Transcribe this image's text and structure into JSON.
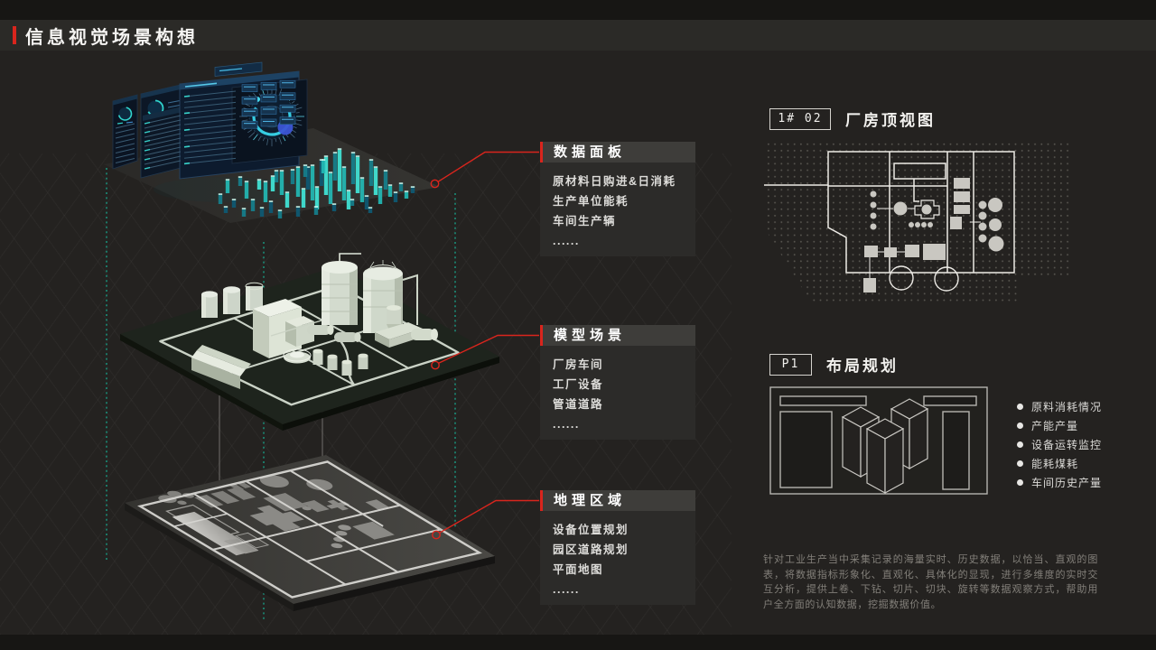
{
  "header": {
    "title": "信息视觉场景构想"
  },
  "callouts": [
    {
      "title": "数据面板",
      "items": [
        "原材料日购进&日消耗",
        "生产单位能耗",
        "车间生产辆",
        "......"
      ]
    },
    {
      "title": "模型场景",
      "items": [
        "厂房车间",
        "工厂设备",
        "管道道路",
        "......"
      ]
    },
    {
      "title": "地理区域",
      "items": [
        "设备位置规划",
        "园区道路规划",
        "平面地图",
        "......"
      ]
    }
  ],
  "right_column": {
    "topview": {
      "tag": "1# 02",
      "title": "厂房顶视图"
    },
    "layout": {
      "tag": "P1",
      "title": "布局规划"
    },
    "metrics": [
      "原料消耗情况",
      "产能产量",
      "设备运转监控",
      "能耗煤耗",
      "车间历史产量"
    ],
    "description": "针对工业生产当中采集记录的海量实时、历史数据，以恰当、直观的图表，将数据指标形象化、直观化、具体化的显现，进行多维度的实时交互分析，提供上卷、下钻、切片、切块、旋转等数据观察方式，帮助用户全方面的认知数据，挖掘数据价值。"
  },
  "colors": {
    "background": "#242220",
    "title_strip": "#2b2a27",
    "accent_red": "#d9251d",
    "teal_guide": "#18a78d",
    "panel_header_bg": "#3e3d3a",
    "panel_body_bg": "#2c2b29",
    "screen_blue": "#0d1b2e",
    "bar_cyan": "#41eadb"
  },
  "decor": {
    "bar_colors": [
      "#41eadb",
      "#22bdb8",
      "#15828f",
      "#0d5b76"
    ],
    "bars": [
      [
        244,
        226,
        10,
        2
      ],
      [
        252,
        214,
        14,
        1
      ],
      [
        259,
        230,
        8,
        3
      ],
      [
        266,
        206,
        9,
        2
      ],
      [
        273,
        220,
        18,
        1
      ],
      [
        280,
        234,
        12,
        2
      ],
      [
        287,
        210,
        10,
        0
      ],
      [
        294,
        224,
        22,
        1
      ],
      [
        300,
        236,
        12,
        3
      ],
      [
        306,
        202,
        12,
        2
      ],
      [
        312,
        216,
        26,
        1
      ],
      [
        318,
        230,
        16,
        0
      ],
      [
        324,
        204,
        15,
        2
      ],
      [
        330,
        218,
        32,
        1
      ],
      [
        336,
        230,
        20,
        0
      ],
      [
        341,
        210,
        24,
        3
      ],
      [
        346,
        222,
        38,
        1
      ],
      [
        351,
        232,
        24,
        0
      ],
      [
        356,
        206,
        28,
        3
      ],
      [
        361,
        216,
        42,
        0
      ],
      [
        366,
        226,
        34,
        1
      ],
      [
        371,
        200,
        30,
        2
      ],
      [
        376,
        212,
        46,
        0
      ],
      [
        381,
        222,
        36,
        1
      ],
      [
        386,
        232,
        20,
        0
      ],
      [
        391,
        204,
        34,
        2
      ],
      [
        396,
        214,
        40,
        0
      ],
      [
        401,
        224,
        26,
        1
      ],
      [
        406,
        232,
        14,
        3
      ],
      [
        411,
        206,
        28,
        2
      ],
      [
        416,
        216,
        30,
        0
      ],
      [
        421,
        226,
        18,
        1
      ],
      [
        427,
        210,
        20,
        2
      ],
      [
        432,
        218,
        12,
        1
      ],
      [
        438,
        224,
        10,
        3
      ],
      [
        444,
        212,
        8,
        2
      ],
      [
        450,
        220,
        7,
        1
      ],
      [
        457,
        214,
        6,
        3
      ],
      [
        250,
        236,
        6,
        3
      ],
      [
        270,
        240,
        8,
        2
      ],
      [
        290,
        240,
        9,
        3
      ],
      [
        310,
        242,
        8,
        2
      ],
      [
        330,
        240,
        10,
        3
      ],
      [
        350,
        238,
        8,
        2
      ],
      [
        370,
        234,
        7,
        3
      ],
      [
        390,
        228,
        6,
        2
      ],
      [
        410,
        236,
        5,
        3
      ],
      [
        302,
        212,
        16,
        0
      ],
      [
        338,
        196,
        12,
        2
      ],
      [
        358,
        192,
        14,
        1
      ]
    ]
  }
}
